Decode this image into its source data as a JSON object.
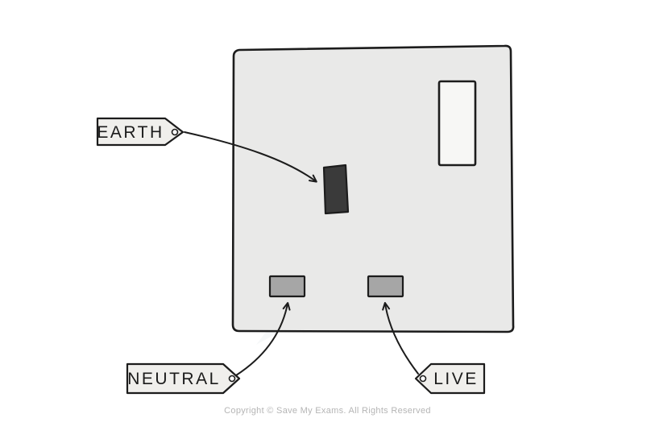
{
  "labels": {
    "earth": "EARTH",
    "neutral": "NEUTRAL",
    "live": "LIVE"
  },
  "footer": {
    "copyright": "Copyright © Save My Exams. All Rights Reserved"
  },
  "colors": {
    "plate_fill": "#e9e9e8",
    "switch_fill": "#f7f7f5",
    "earth_slot_fill": "#3a3a3a",
    "pin_slot_fill": "#a6a6a6",
    "tag_fill": "#f0efec",
    "watermark_fill": "#eef3f4",
    "ink": "#1c1c1c",
    "footer_text": "#b5b5b5"
  }
}
